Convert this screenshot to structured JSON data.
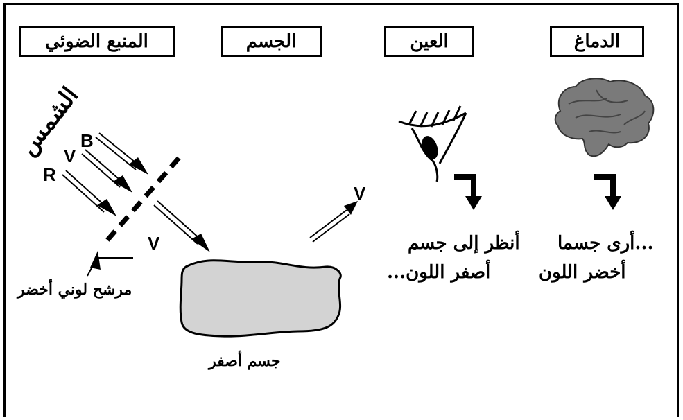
{
  "headers": {
    "light_source": "المنبع الضوئي",
    "object": "الجسم",
    "eye": "العين",
    "brain": "الدماغ"
  },
  "sun_label": "الشمس",
  "ray_labels": {
    "r": "R",
    "v": "V",
    "b": "B",
    "v_transmitted": "V",
    "v_reflected": "V"
  },
  "filter_label": "مرشح لوني أخضر",
  "object_label": "جسم أصفر",
  "eye_text": {
    "line1": "أنظر إلى جسم",
    "line2": "أصفر اللون..."
  },
  "brain_text": {
    "line1": "...أرى جسما",
    "line2": "أخضر اللون"
  },
  "colors": {
    "object_fill": "#d3d3d3",
    "brain_fill": "#7a7a7a",
    "line": "#000000"
  },
  "icons": [
    "eye-icon",
    "brain-icon",
    "arrow-down-icon"
  ]
}
